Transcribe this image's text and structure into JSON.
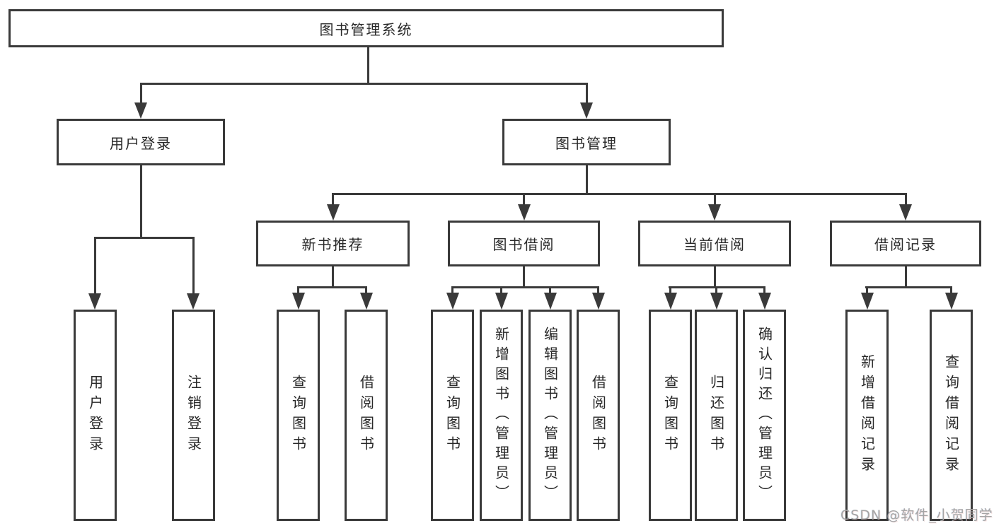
{
  "nodes": {
    "root": "图书管理系统",
    "user_login": "用户登录",
    "book_management": "图书管理",
    "new_book_recommend": "新书推荐",
    "book_borrow": "图书借阅",
    "current_borrow": "当前借阅",
    "borrow_records": "借阅记录"
  },
  "leaves": [
    "用户登录",
    "注销登录",
    "查询图书",
    "借阅图书",
    "查询图书",
    "新增图书（管理员）",
    "编辑图书（管理员）",
    "借阅图书",
    "查询图书",
    "归还图书",
    "确认归还（管理员）",
    "新增借阅记录",
    "查询借阅记录"
  ],
  "watermark": "CSDN @软件_小贺同学",
  "colors": {
    "line": "#3a3a3a",
    "text": "#282828",
    "watermark": "#a5a5a5",
    "background": "#ffffff"
  }
}
